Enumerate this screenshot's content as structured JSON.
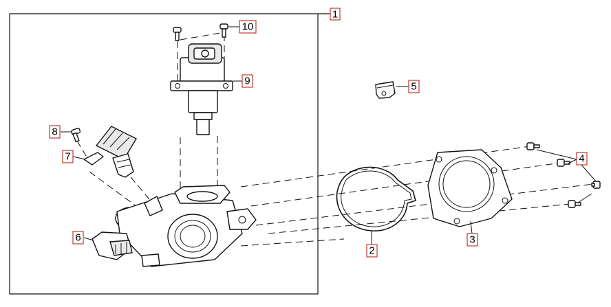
{
  "callouts": {
    "c1": "1",
    "c2": "2",
    "c3": "3",
    "c4": "4",
    "c5": "5",
    "c6": "6",
    "c7": "7",
    "c8": "8",
    "c9": "9",
    "c10": "10"
  },
  "colors": {
    "line": "#111111",
    "callout_border": "#c0392b",
    "background": "#ffffff"
  }
}
